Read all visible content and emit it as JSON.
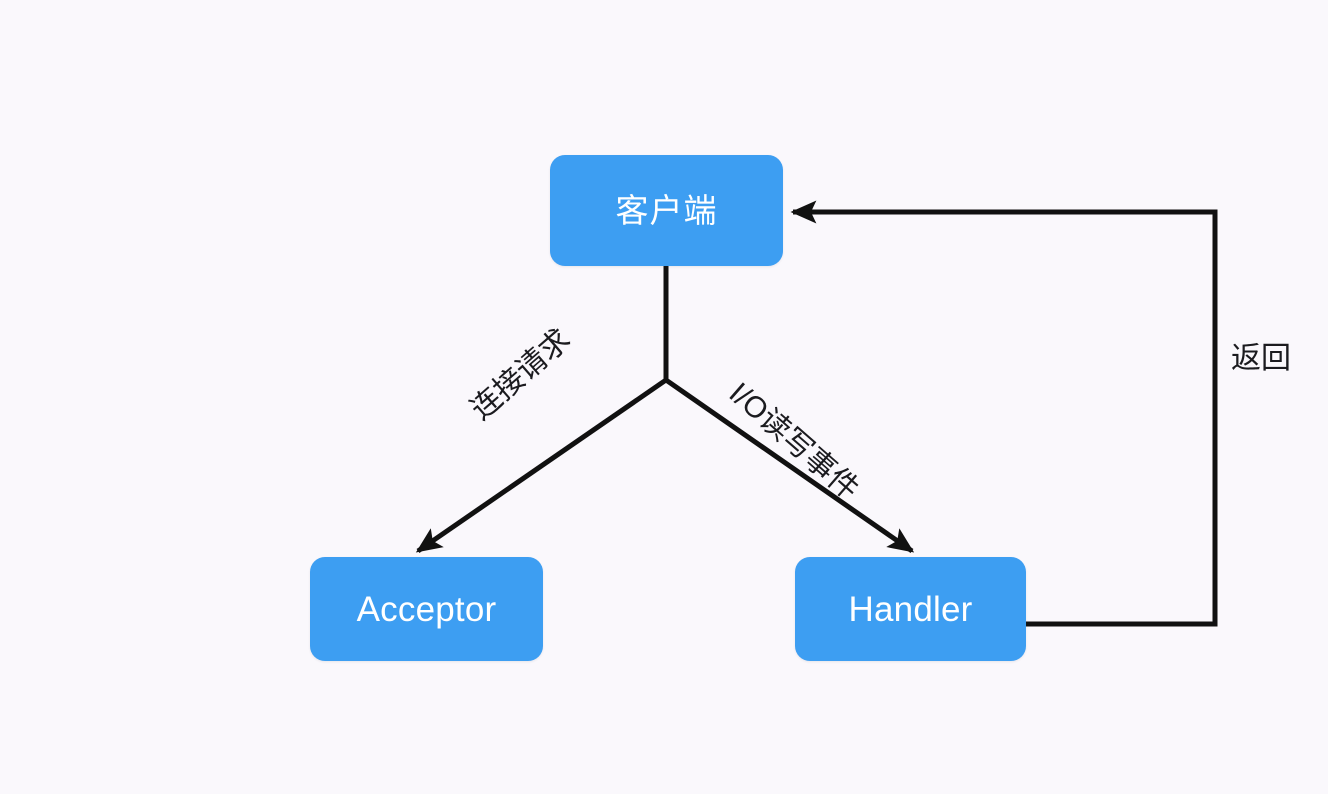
{
  "diagram": {
    "background_color": "#faf8fc",
    "node_fill_color": "#3d9ef2",
    "node_text_color": "#ffffff",
    "edge_color": "#111111",
    "nodes": [
      {
        "id": "client",
        "label": "客户端"
      },
      {
        "id": "acceptor",
        "label": "Acceptor"
      },
      {
        "id": "handler",
        "label": "Handler"
      }
    ],
    "edges": [
      {
        "id": "connect",
        "label": "连接请求",
        "from": "client",
        "to": "acceptor"
      },
      {
        "id": "io",
        "label": "I/O读写事件",
        "from": "client",
        "to": "handler"
      },
      {
        "id": "return",
        "label": "返回",
        "from": "handler",
        "to": "client"
      }
    ]
  }
}
